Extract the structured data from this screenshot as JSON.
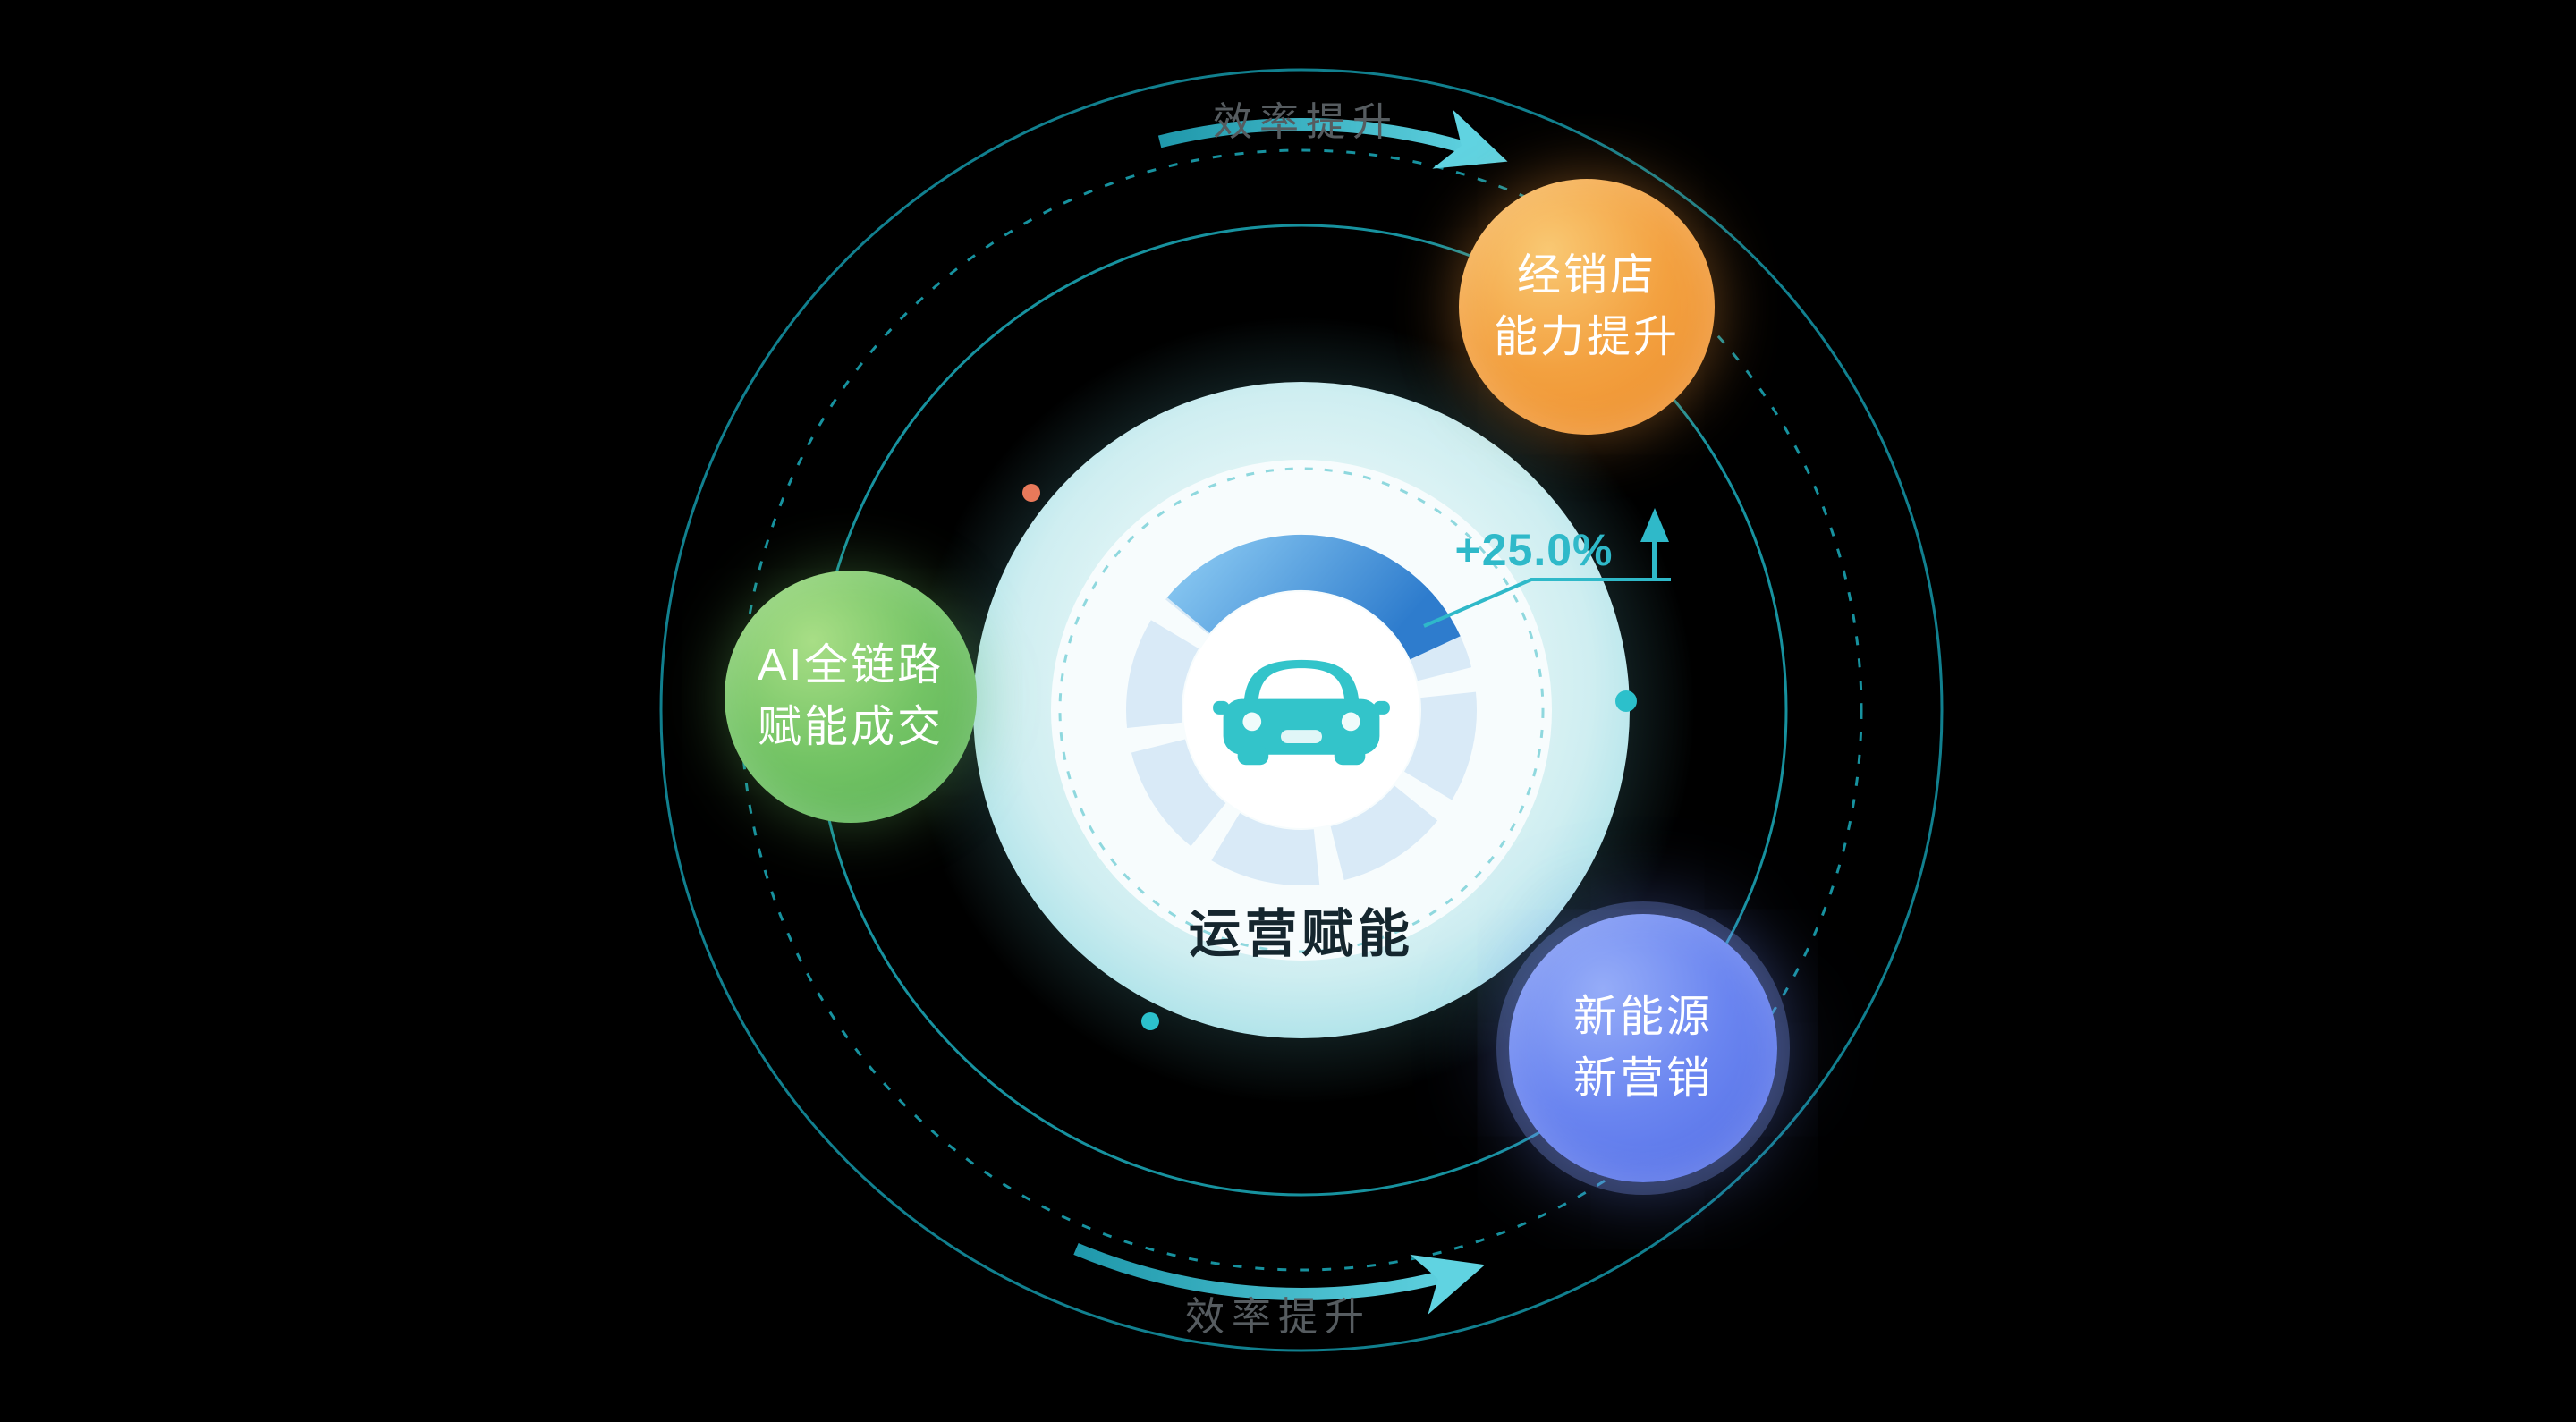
{
  "diagram": {
    "center": {
      "label": "运营赋能",
      "metric": "+25.0%"
    },
    "orbit_labels": {
      "top": "效率提升",
      "bottom": "效率提升"
    },
    "bubbles": {
      "dealer": {
        "line1": "经销店",
        "line2": "能力提升"
      },
      "ai": {
        "line1": "AI全链路",
        "line2": "赋能成交"
      },
      "nev": {
        "line1": "新能源",
        "line2": "新营销"
      }
    },
    "colors": {
      "background": "#000000",
      "orbit_teal": "#17929f",
      "accent_teal": "#35c2cc",
      "metric_teal": "#2fb9c9",
      "gauge_arc_blue": "#2e7ccd",
      "bubble_orange": "#ec8a28",
      "bubble_green": "#54ae52",
      "bubble_blue": "#4f6ae4",
      "label_gray": "#565c60",
      "dot_orange": "#e8795a"
    }
  }
}
